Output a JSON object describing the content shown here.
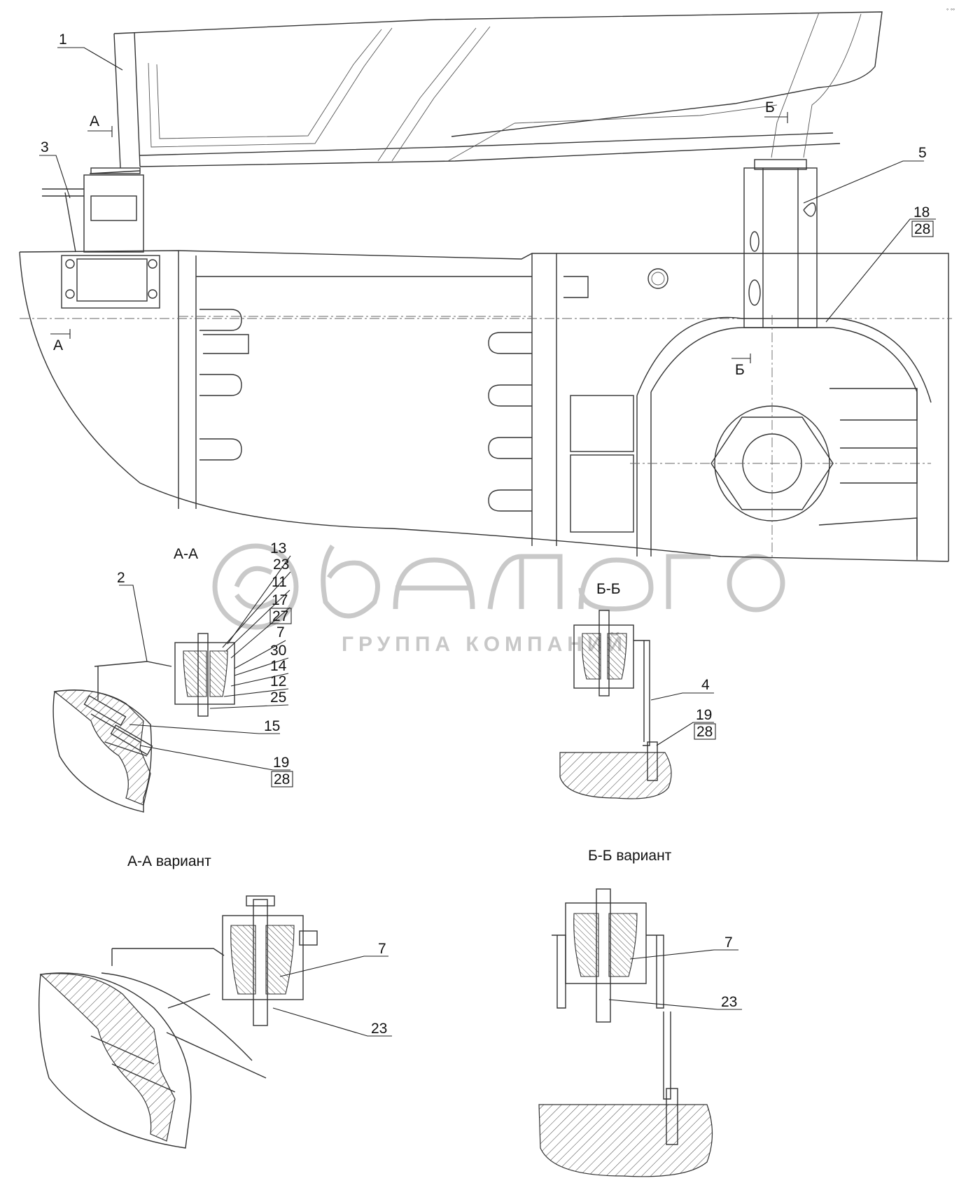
{
  "watermark": {
    "brand": "белагро",
    "subtitle": "ГРУППА КОМПАНИЙ"
  },
  "sections": {
    "aa": "А-А",
    "bb": "Б-Б",
    "aa_variant": "А-А вариант",
    "bb_variant": "Б-Б вариант",
    "cut_a_top": "А",
    "cut_a_bottom": "А",
    "cut_b_top": "Б",
    "cut_b_bottom": "Б"
  },
  "callouts": {
    "main": {
      "p1": "1",
      "p3": "3",
      "p5": "5",
      "p18": "18",
      "p28": "28"
    },
    "aa": {
      "p13": "13",
      "p23": "23",
      "p11": "11",
      "p17": "17",
      "p27": "27",
      "p7": "7",
      "p30": "30",
      "p14": "14",
      "p12": "12",
      "p25": "25",
      "p2": "2",
      "p15": "15",
      "p19": "19",
      "p28": "28"
    },
    "bb": {
      "p4": "4",
      "p19": "19",
      "p28": "28"
    },
    "aa_variant": {
      "p7": "7",
      "p23": "23"
    },
    "bb_variant": {
      "p7": "7",
      "p23": "23"
    }
  }
}
